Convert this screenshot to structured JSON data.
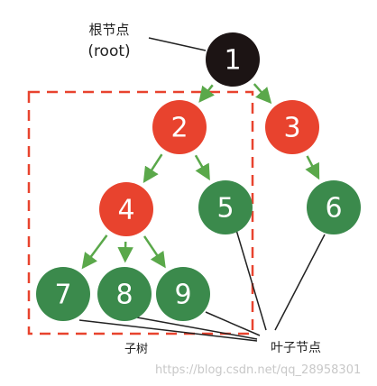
{
  "diagram": {
    "root_label_line1": "根节点",
    "root_label_line2": "(root)",
    "subtree_label": "子树",
    "leaf_label": "叶子节点",
    "watermark": "https://blog.csdn.net/qq_28958301",
    "colors": {
      "root": "#1c1414",
      "internal": "#e8432e",
      "leaf": "#3b8a4c",
      "edge": "#5aa84a",
      "subtree_box": "#e8432e",
      "pointer": "#222222"
    },
    "nodes": [
      {
        "id": "n1",
        "label": "1",
        "kind": "root"
      },
      {
        "id": "n2",
        "label": "2",
        "kind": "internal"
      },
      {
        "id": "n3",
        "label": "3",
        "kind": "internal"
      },
      {
        "id": "n4",
        "label": "4",
        "kind": "internal"
      },
      {
        "id": "n5",
        "label": "5",
        "kind": "leaf"
      },
      {
        "id": "n6",
        "label": "6",
        "kind": "leaf"
      },
      {
        "id": "n7",
        "label": "7",
        "kind": "leaf"
      },
      {
        "id": "n8",
        "label": "8",
        "kind": "leaf"
      },
      {
        "id": "n9",
        "label": "9",
        "kind": "leaf"
      }
    ],
    "edges": [
      {
        "from": "n1",
        "to": "n2"
      },
      {
        "from": "n1",
        "to": "n3"
      },
      {
        "from": "n2",
        "to": "n4"
      },
      {
        "from": "n2",
        "to": "n5"
      },
      {
        "from": "n3",
        "to": "n6"
      },
      {
        "from": "n4",
        "to": "n7"
      },
      {
        "from": "n4",
        "to": "n8"
      },
      {
        "from": "n4",
        "to": "n9"
      }
    ]
  }
}
